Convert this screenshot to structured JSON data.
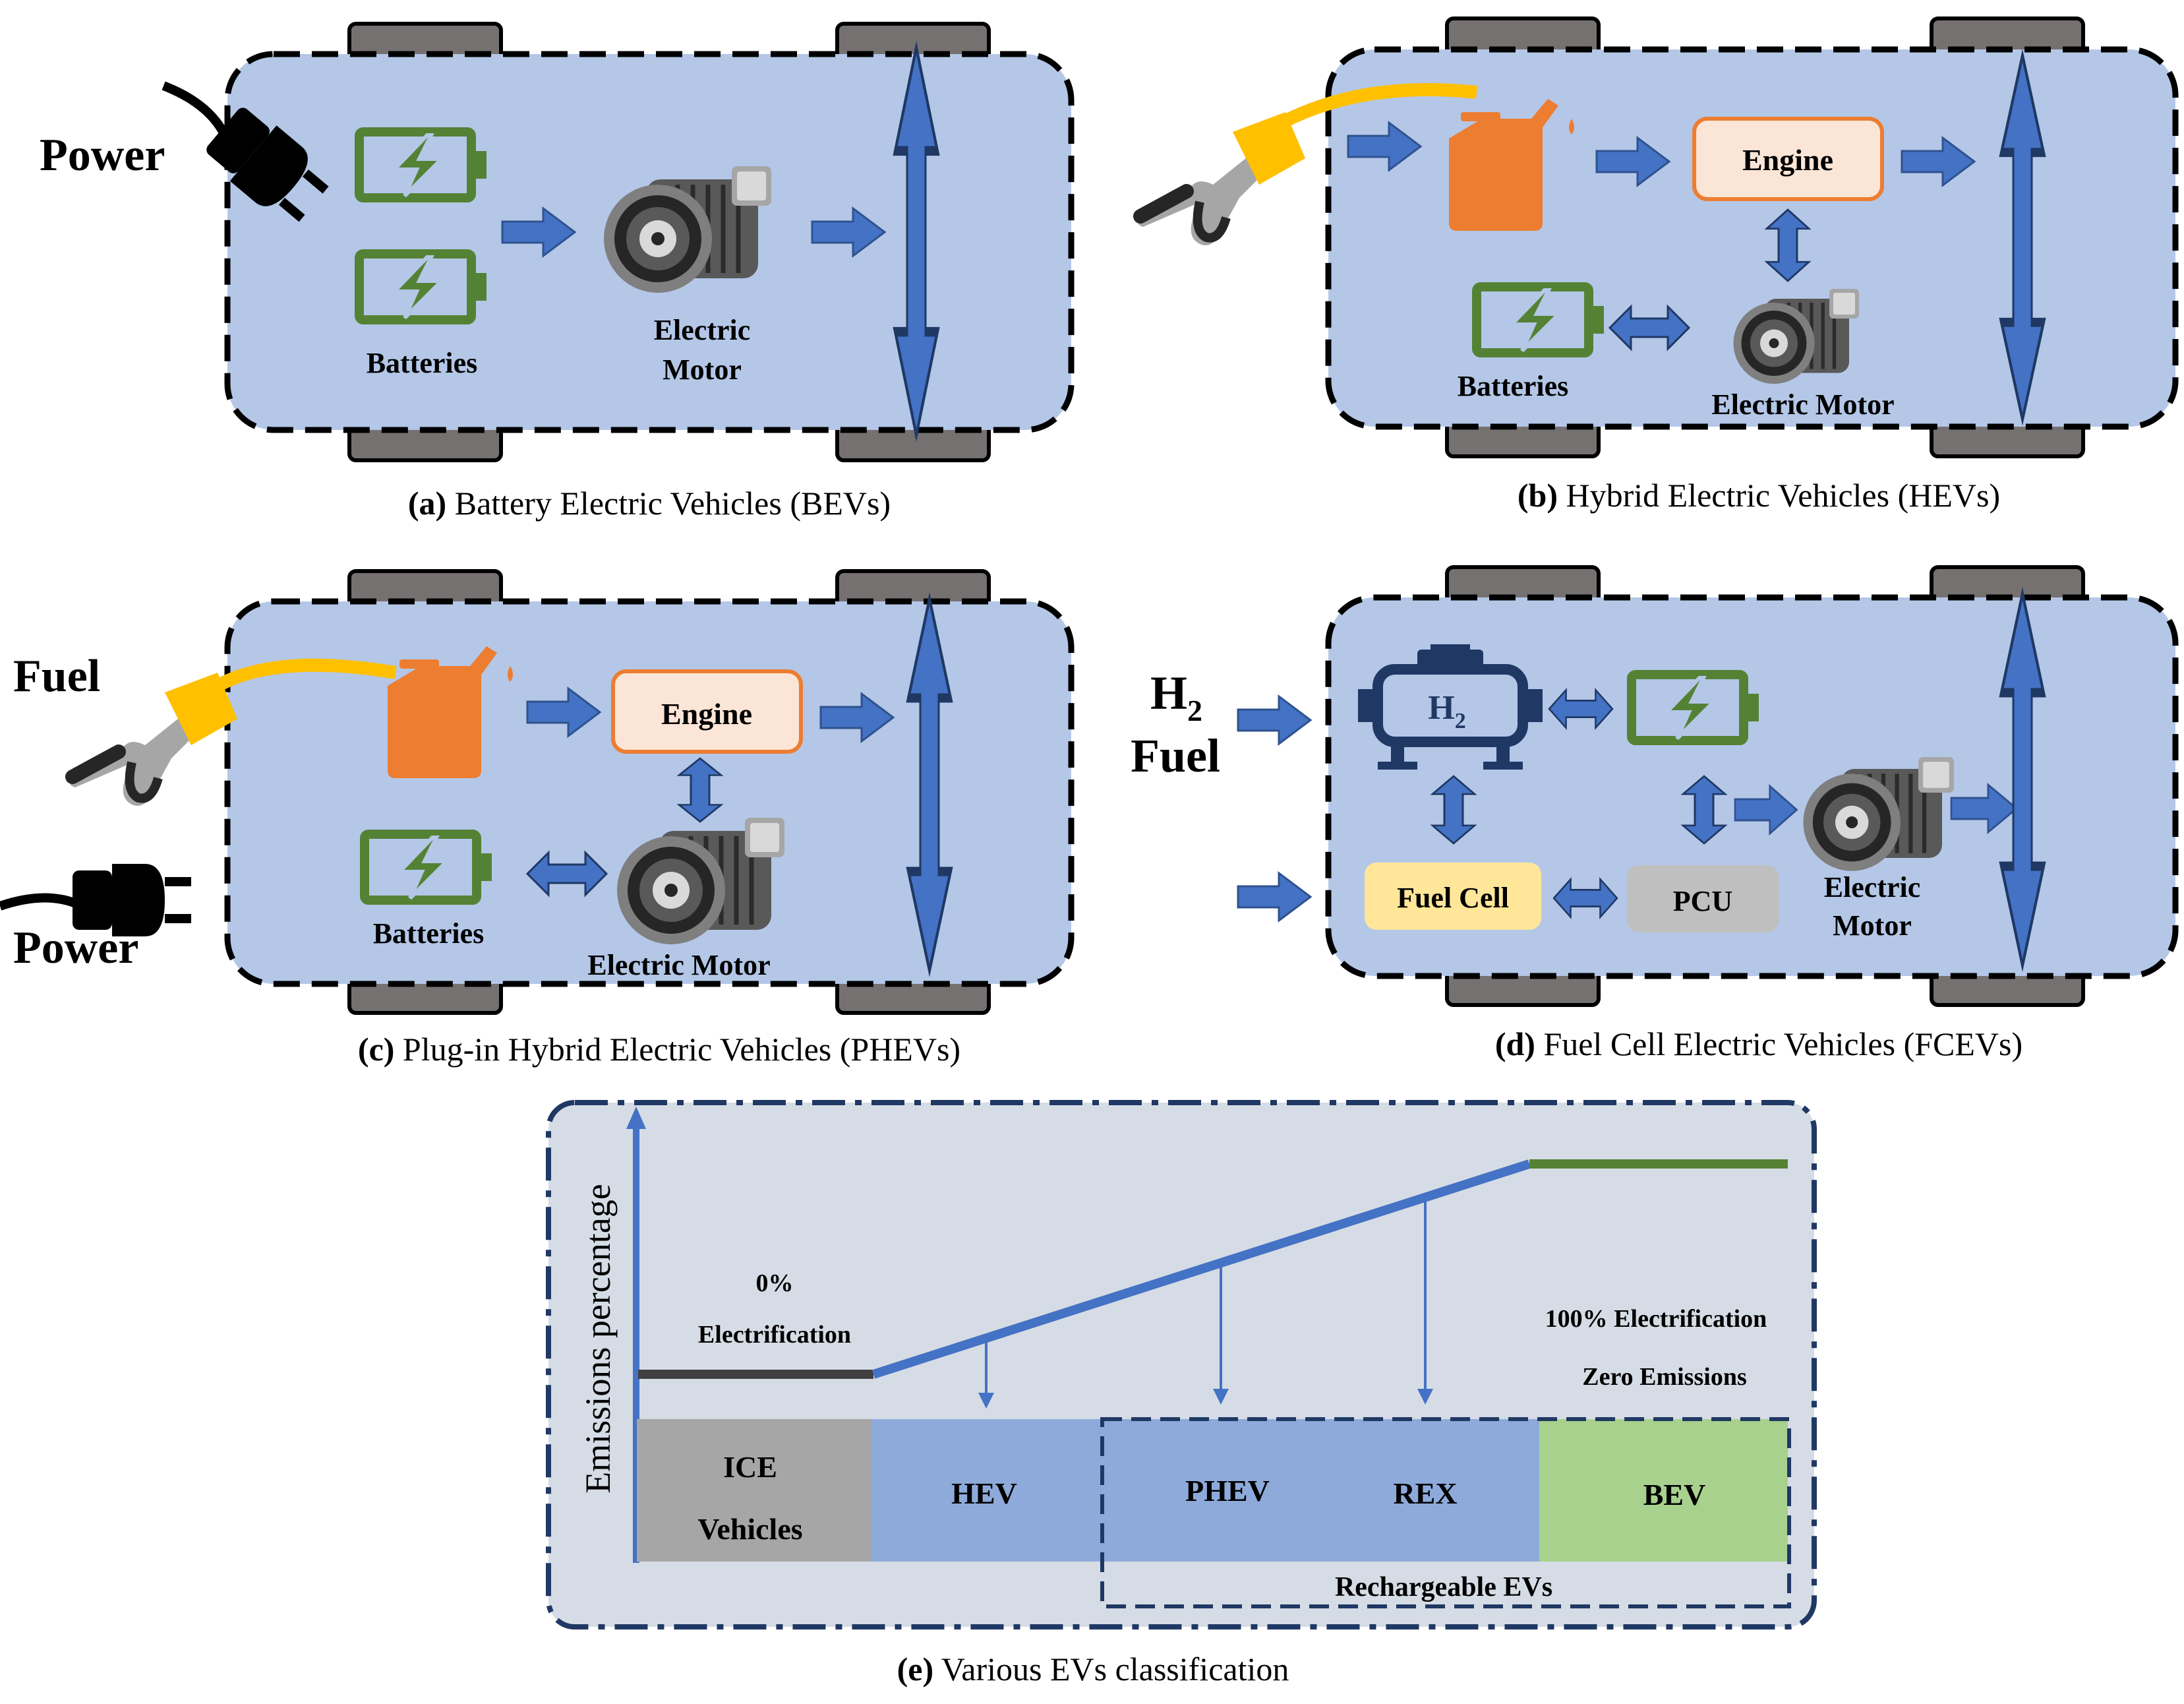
{
  "panels": {
    "a": {
      "caption_letter": "(a)",
      "caption_text": " Battery Electric Vehicles (BEVs)",
      "power_label": "Power",
      "batteries_label": "Batteries",
      "motor_label_1": "Electric",
      "motor_label_2": "Motor"
    },
    "b": {
      "caption_letter": "(b)",
      "caption_text": " Hybrid Electric Vehicles (HEVs)",
      "engine_label": "Engine",
      "batteries_label": "Batteries",
      "motor_label": "Electric Motor"
    },
    "c": {
      "caption_letter": "(c)",
      "caption_text": " Plug-in Hybrid Electric Vehicles (PHEVs)",
      "fuel_label": "Fuel",
      "power_label": "Power",
      "engine_label": "Engine",
      "batteries_label": "Batteries",
      "motor_label": "Electric Motor"
    },
    "d": {
      "caption_letter": "(d)",
      "caption_text": " Fuel Cell Electric Vehicles (FCEVs)",
      "h2_label": "H",
      "h2_sub": "2",
      "fuel_label": "Fuel",
      "tank_label": "H",
      "tank_sub": "2",
      "fuel_cell_label": "Fuel Cell",
      "pcu_label": "PCU",
      "motor_label_1": "Electric",
      "motor_label_2": "Motor"
    },
    "e": {
      "caption_letter": "(e)",
      "caption_text": " Various EVs classification",
      "y_axis_label": "Emissions percentage",
      "zero_pct_1": "0%",
      "zero_pct_2": "Electrification",
      "hundred_pct_1": "100% Electrification",
      "hundred_pct_2": "Zero Emissions",
      "bars": [
        {
          "label_1": "ICE",
          "label_2": "Vehicles",
          "color": "#a6a6a6"
        },
        {
          "label_1": "HEV",
          "color": "#8eaadb"
        },
        {
          "label_1": "PHEV",
          "color": "#8eaadb"
        },
        {
          "label_1": "REX",
          "color": "#8eaadb"
        },
        {
          "label_1": "BEV",
          "color": "#a9d18e"
        }
      ],
      "rechargeable_label": "Rechargeable EVs"
    }
  },
  "colors": {
    "car_body": "#b4c7e7",
    "arrow_blue": "#4472c4",
    "battery_green": "#548235",
    "fuel_orange": "#ed7d31",
    "engine_fill": "#fbe5d6",
    "nozzle_yellow": "#ffc000",
    "wheel": "#767171",
    "fuel_cell_fill": "#ffe699",
    "pcu_fill": "#bfbfbf",
    "tank_blue": "#203864",
    "panel_e_bg": "#d6dce5"
  },
  "icons": [
    "plug-icon",
    "battery-icon",
    "electric-motor-icon",
    "fuel-can-icon",
    "fuel-nozzle-icon",
    "hydrogen-tank-icon"
  ]
}
